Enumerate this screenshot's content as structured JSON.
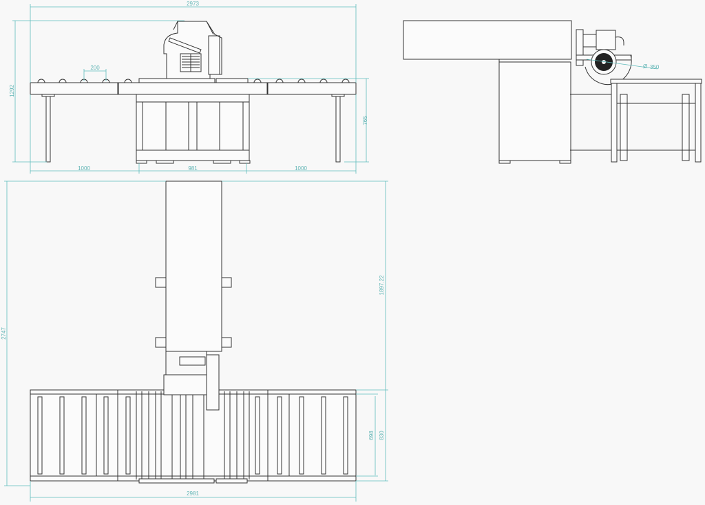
{
  "drawing": {
    "front_view": {
      "overall_width": "2973",
      "overall_height": "1292",
      "roller_pitch": "200",
      "table_height": "765",
      "left_table_length": "1000",
      "center_width": "981",
      "right_table_length": "1000"
    },
    "side_view": {
      "blade_diameter_symbol": "Ø",
      "blade_diameter": "350"
    },
    "top_view": {
      "overall_depth": "2747",
      "beam_length": "1897.22",
      "roller_width_inner": "698",
      "table_depth": "830",
      "overall_width": "2981"
    },
    "colors": {
      "line": "#333333",
      "dimension": "#5fbcbc",
      "background": "#f8f8f8"
    }
  }
}
